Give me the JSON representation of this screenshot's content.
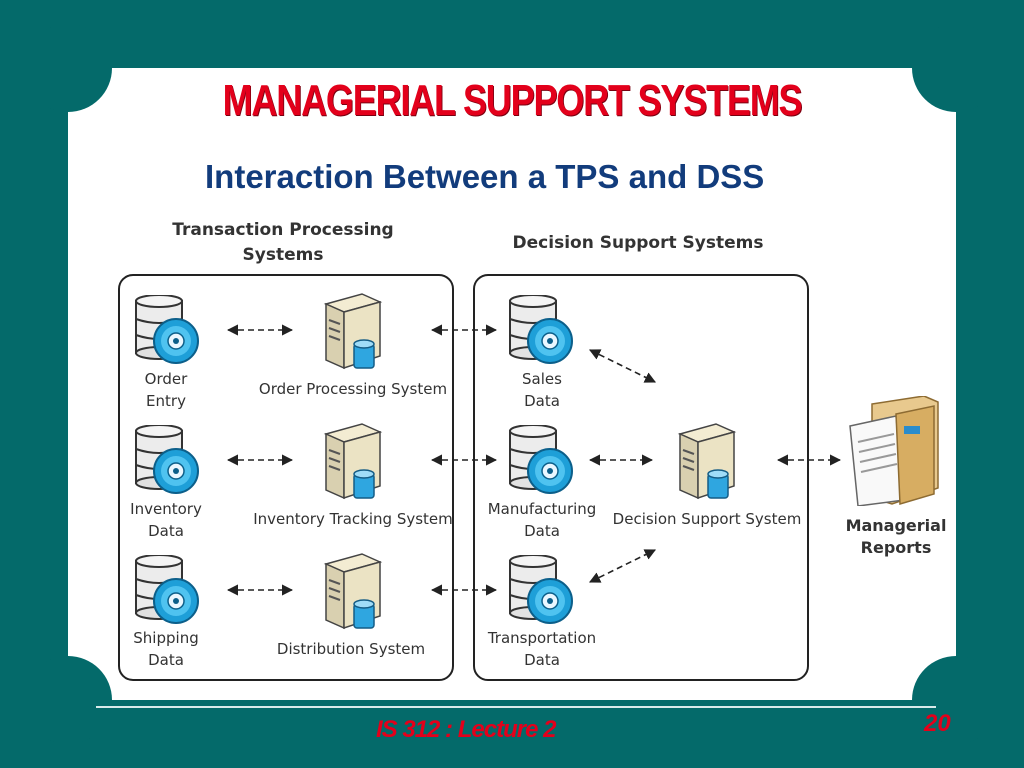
{
  "slide": {
    "title": "MANAGERIAL SUPPORT SYSTEMS",
    "subtitle": "Interaction Between a TPS and DSS",
    "footer": "IS 312 : Lecture 2",
    "page_number": "20"
  },
  "diagram": {
    "tps_heading_line1": "Transaction Processing",
    "tps_heading_line2": "Systems",
    "dss_heading": "Decision Support Systems",
    "tps_data": [
      {
        "line1": "Order",
        "line2": "Entry"
      },
      {
        "line1": "Inventory",
        "line2": "Data"
      },
      {
        "line1": "Shipping",
        "line2": "Data"
      }
    ],
    "tps_systems": [
      "Order Processing System",
      "Inventory Tracking System",
      "Distribution System"
    ],
    "dss_data": [
      {
        "line1": "Sales",
        "line2": "Data"
      },
      {
        "line1": "Manufacturing",
        "line2": "Data"
      },
      {
        "line1": "Transportation",
        "line2": "Data"
      }
    ],
    "dss_system": "Decision Support System",
    "reports_line1": "Managerial",
    "reports_line2": "Reports"
  },
  "colors": {
    "background": "#046a6a",
    "title": "#e3001b",
    "subtitle": "#123c7c"
  }
}
